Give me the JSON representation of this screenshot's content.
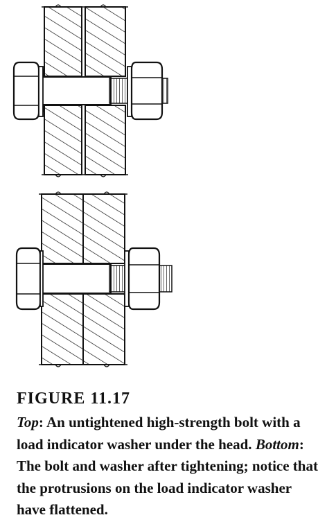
{
  "figure": {
    "label": "FIGURE 11.17",
    "top_label": "Top",
    "top_text": ": An untightened high-strength bolt with a load indicator washer under the head. ",
    "bottom_label": "Bottom",
    "bottom_text": ": The bolt and washer after tightening; notice that the protrusions on the load indicator washer have flattened."
  },
  "colors": {
    "ink": "#111111",
    "background": "#ffffff"
  }
}
